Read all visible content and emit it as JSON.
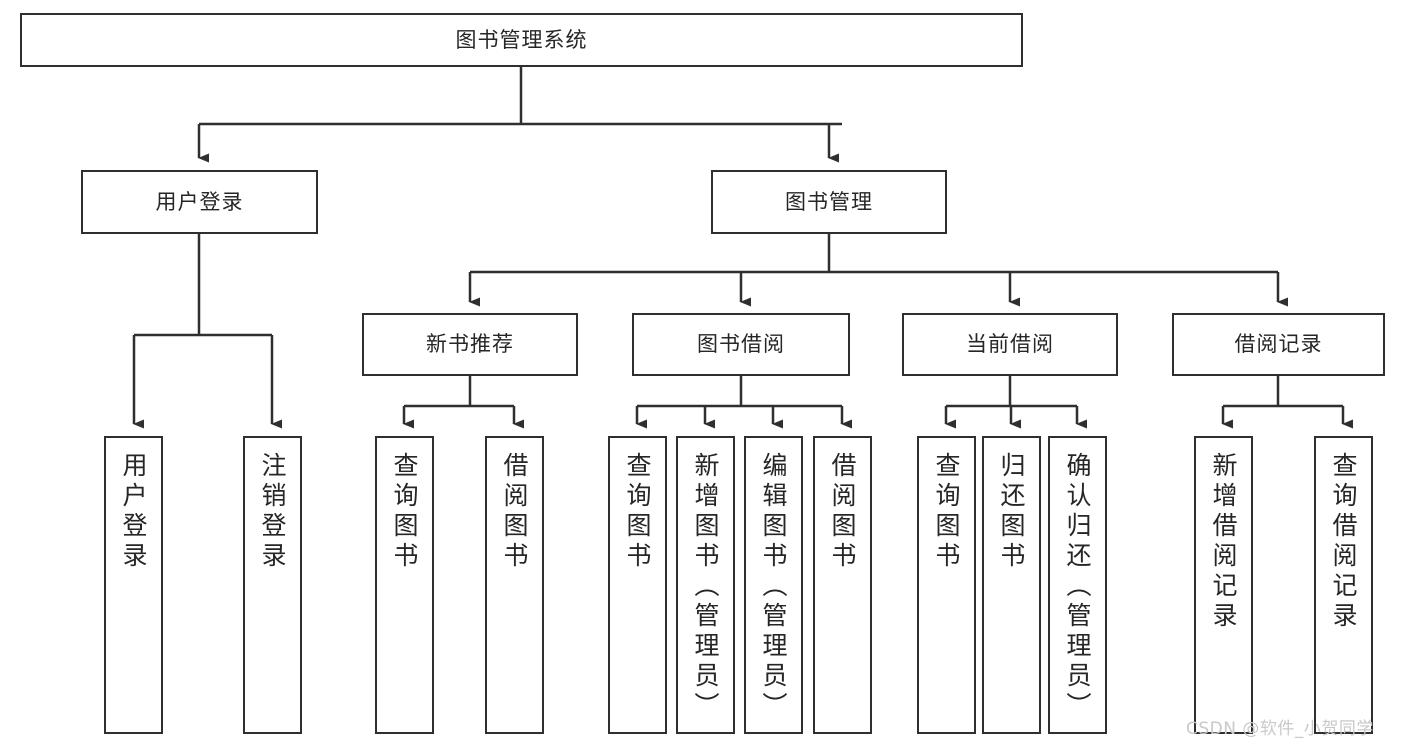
{
  "diagram": {
    "type": "tree",
    "title": "图书管理系统",
    "orientation": "top-down",
    "colors": {
      "box_border": "#2f2f2f",
      "box_fill": "#ffffff",
      "line": "#2f2f2f",
      "text": "#262626",
      "watermark": "#c9c9c9"
    },
    "root": {
      "label": "图书管理系统"
    },
    "level2": [
      {
        "label": "用户登录"
      },
      {
        "label": "图书管理"
      }
    ],
    "level3": [
      {
        "label": "新书推荐"
      },
      {
        "label": "图书借阅"
      },
      {
        "label": "当前借阅"
      },
      {
        "label": "借阅记录"
      }
    ],
    "leaves": {
      "user_login": [
        {
          "label": "用户登录"
        },
        {
          "label": "注销登录"
        }
      ],
      "new_book_rec": [
        {
          "label": "查询图书"
        },
        {
          "label": "借阅图书"
        }
      ],
      "book_borrow": [
        {
          "label": "查询图书"
        },
        {
          "label": "新增图书（管理员）"
        },
        {
          "label": "编辑图书（管理员）"
        },
        {
          "label": "借阅图书"
        }
      ],
      "current_borrow": [
        {
          "label": "查询图书"
        },
        {
          "label": "归还图书"
        },
        {
          "label": "确认归还（管理员）"
        }
      ],
      "borrow_record": [
        {
          "label": "新增借阅记录"
        },
        {
          "label": "查询借阅记录"
        }
      ]
    }
  },
  "watermark": {
    "text": "CSDN @软件_小贺同学"
  }
}
